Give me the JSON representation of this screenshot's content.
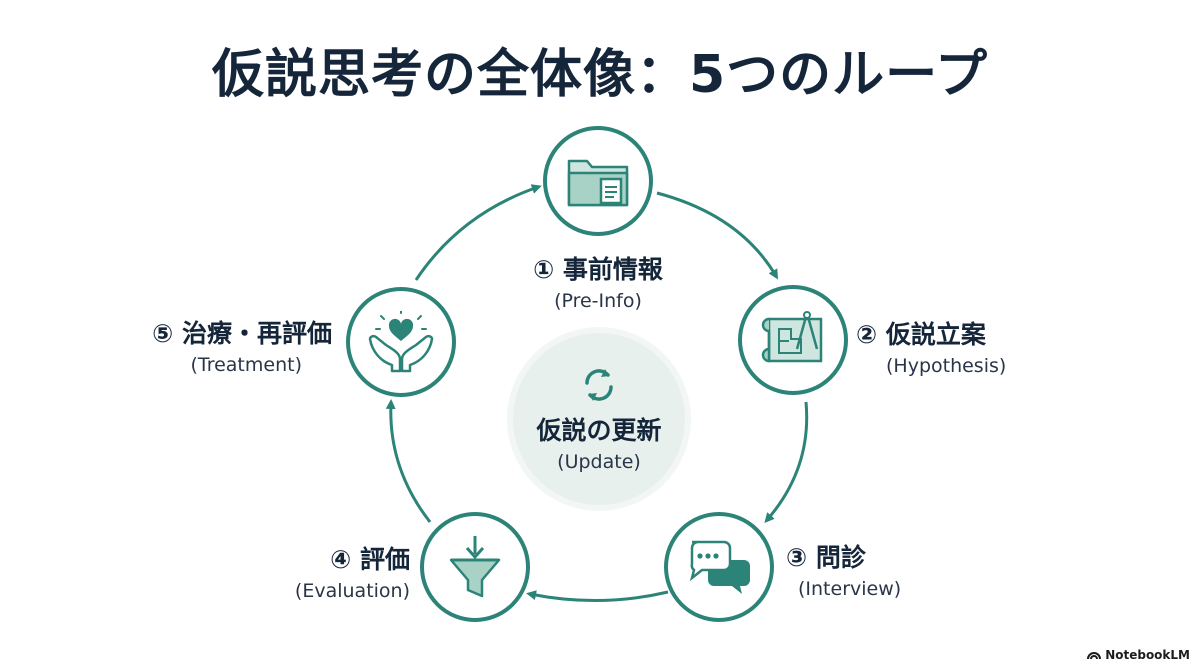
{
  "title": "仮説思考の全体像：5つのループ",
  "steps": [
    {
      "jp": "① 事前情報",
      "en": "(Pre-Info)",
      "icon": "folder-document-icon"
    },
    {
      "jp": "② 仮説立案",
      "en": "(Hypothesis)",
      "icon": "blueprint-compass-icon"
    },
    {
      "jp": "③ 問診",
      "en": "(Interview)",
      "icon": "chat-bubbles-icon"
    },
    {
      "jp": "④ 評価",
      "en": "(Evaluation)",
      "icon": "funnel-arrow-icon"
    },
    {
      "jp": "⑤ 治療・再評価",
      "en": "(Treatment)",
      "icon": "hands-heart-icon"
    }
  ],
  "center": {
    "jp": "仮説の更新",
    "en": "(Update)",
    "icon": "refresh-icon"
  },
  "brand": "NotebookLM",
  "colors": {
    "accent": "#2b8477",
    "accent_light": "#cfe5df",
    "text": "#15253a",
    "center_bg": "#e7f0ed"
  }
}
